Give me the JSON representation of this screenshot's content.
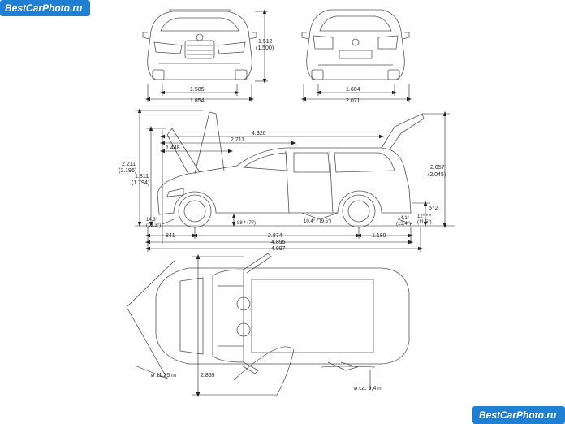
{
  "watermark_top": "BestCarPhoto.ru",
  "watermark_bottom": "BestCarPhoto.ru",
  "colors": {
    "watermark_bg": "#1f7fd3",
    "line": "#222222",
    "car": "#555555"
  },
  "dimensions": {
    "front_height": "1.512",
    "front_height_alt": "(1.500)",
    "front_track": "1.585",
    "front_width": "1.854",
    "rear_track": "1.604",
    "rear_width": "2.071",
    "length_cargo": "4.320",
    "front_to_rear_door": "2.711",
    "front_to_pillar": "1.448",
    "height_hood_open": "2.211",
    "height_hood_open_alt": "(2.196)",
    "height_roof": "1.811",
    "height_roof_alt": "(1.794)",
    "height_tailgate_open": "2.057",
    "height_tailgate_open_alt": "(2.045)",
    "load_sill": "572",
    "approach_angle": "14,3°",
    "approach_angle_alt": "(13,3°)",
    "ground_clearance": "88 * (77)",
    "ramp_angle": "10,4° * (9,5°)",
    "departure_angle": "14,1°",
    "departure_angle_alt": "(13,4°)",
    "departure_angle_b": "12° * *",
    "departure_angle_b_alt": "(11,5°)",
    "front_overhang": "841",
    "wheelbase": "2.874",
    "rear_overhang": "1.180",
    "overall_length": "4.895",
    "overall_length_b": "4.997",
    "turning_circle": "ø 11,25 m",
    "door_open_width": "2.869",
    "door_radius": "ø ca. 5,4 m"
  }
}
